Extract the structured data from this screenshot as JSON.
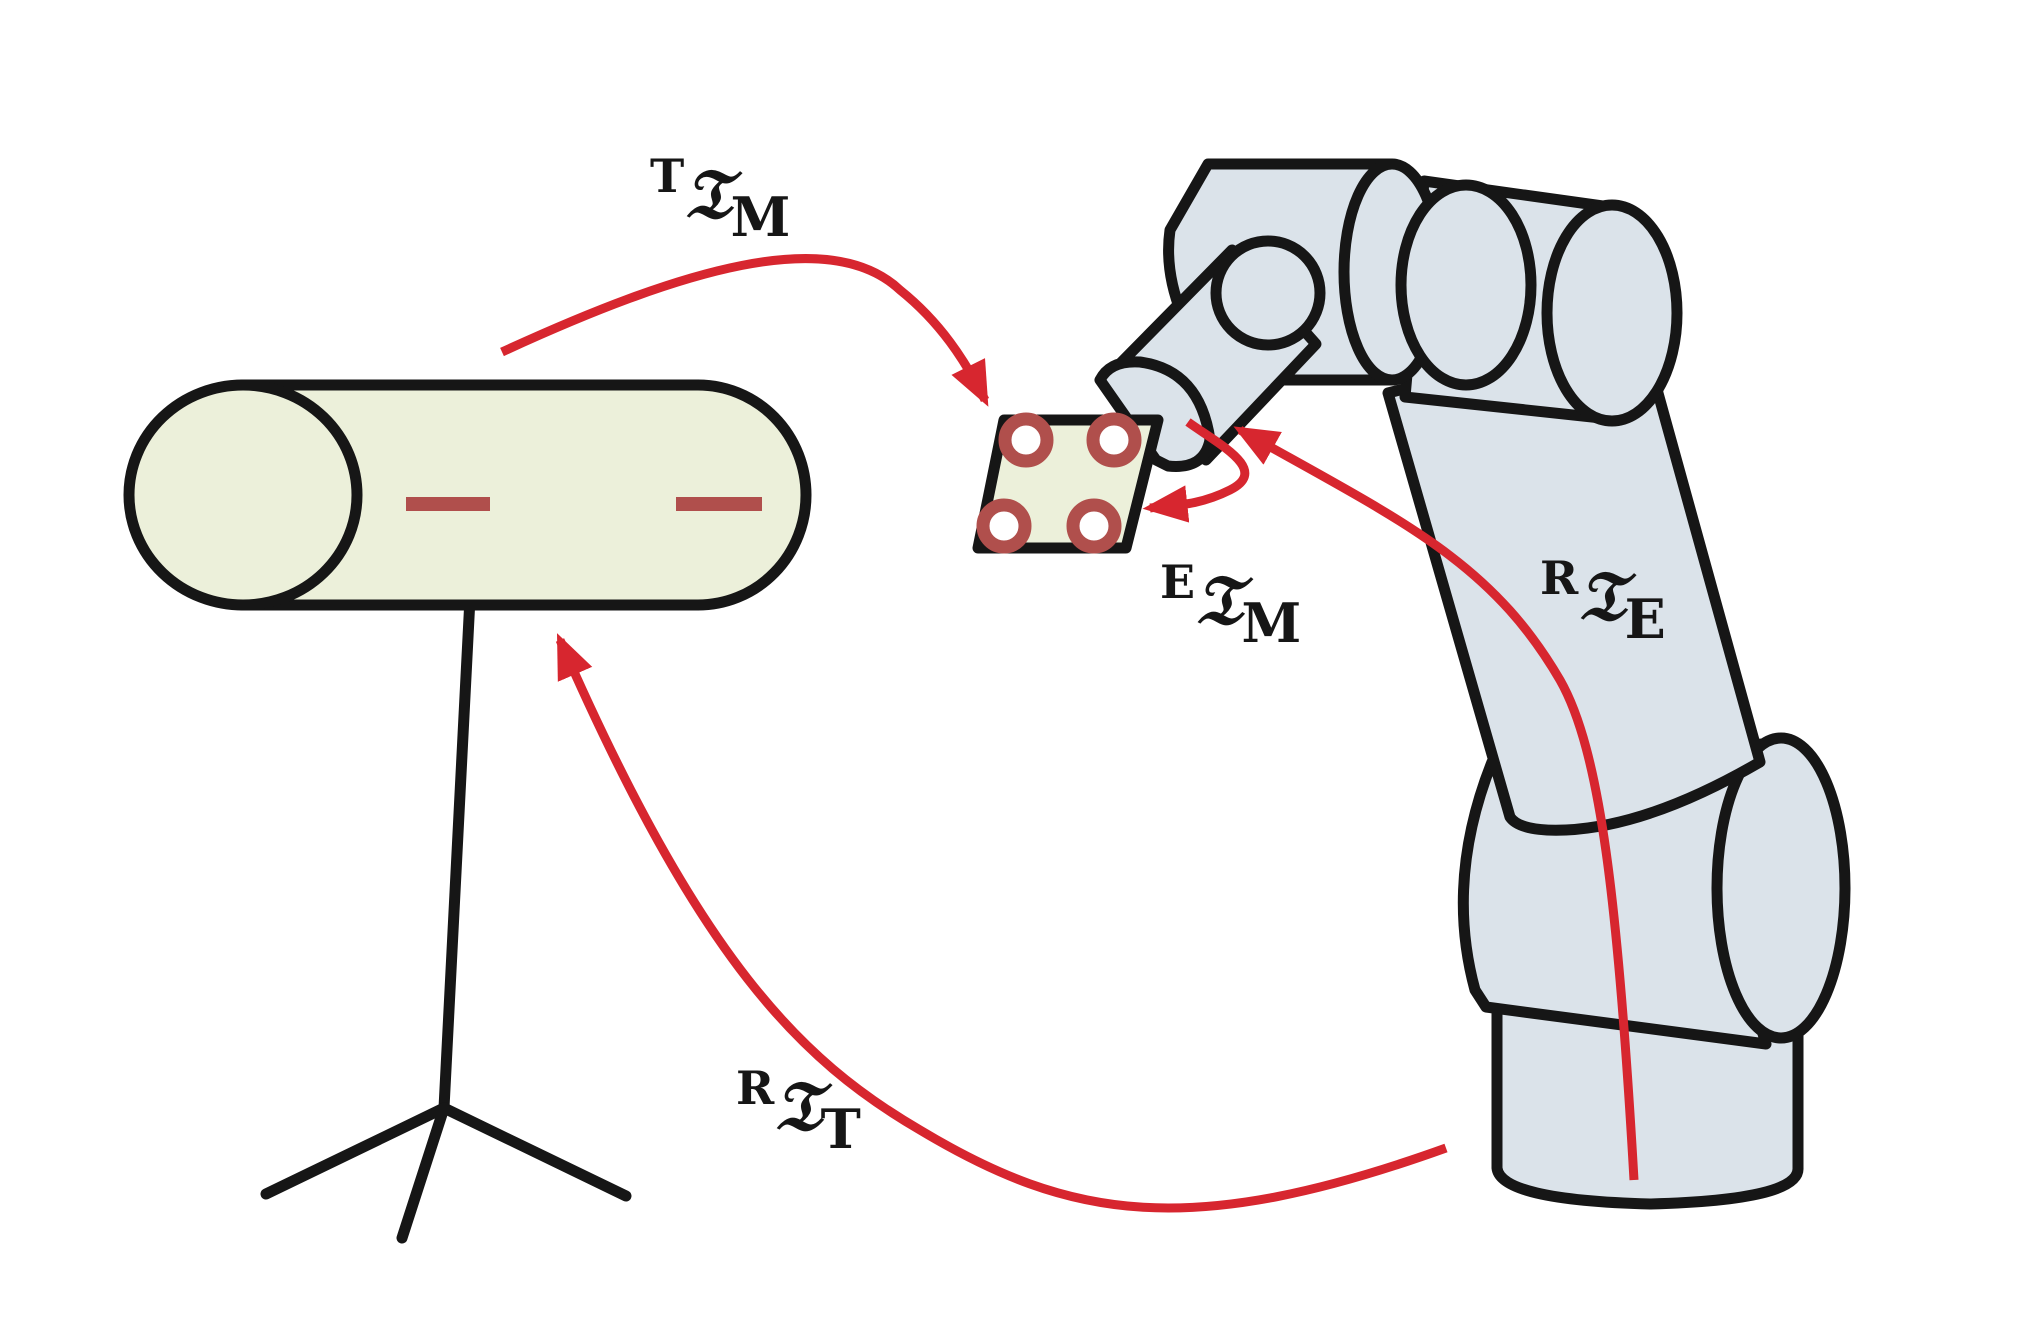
{
  "colors": {
    "outline": "#161616",
    "arrow": "#d7262f",
    "tracker_fill": "#ecf0da",
    "robot_fill": "#dbe3ea",
    "marker_fill": "#ecf0da",
    "led": "#b04f4c",
    "marker_dot": "#b04f4c"
  },
  "labels": {
    "tracker_marker": {
      "sup": "T",
      "sym": "𝔗",
      "sub": "M"
    },
    "effector_marker": {
      "sup": "E",
      "sym": "𝔗",
      "sub": "M"
    },
    "robot_effector": {
      "sup": "R",
      "sym": "𝔗",
      "sub": "E"
    },
    "robot_tracker": {
      "sup": "R",
      "sym": "𝔗",
      "sub": "T"
    }
  }
}
